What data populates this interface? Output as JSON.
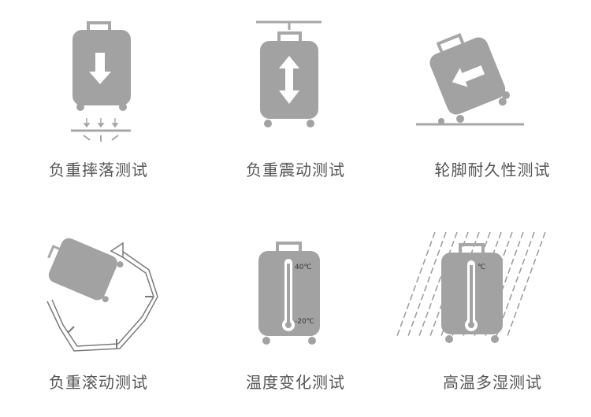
{
  "tests": [
    {
      "label": "负重摔落测试"
    },
    {
      "label": "负重震动测试"
    },
    {
      "label": "轮脚耐久性测试"
    },
    {
      "label": "负重滚动测试"
    },
    {
      "label": "温度变化测试",
      "temp_high": "40℃",
      "temp_low": "-20℃"
    },
    {
      "label": "高温多湿测试",
      "temp_unit": "℃"
    }
  ],
  "colors": {
    "icon": "#a7a7a7",
    "suitcase": "#a2a2a2",
    "outline": "#7a7a7a",
    "text": "#555555"
  }
}
